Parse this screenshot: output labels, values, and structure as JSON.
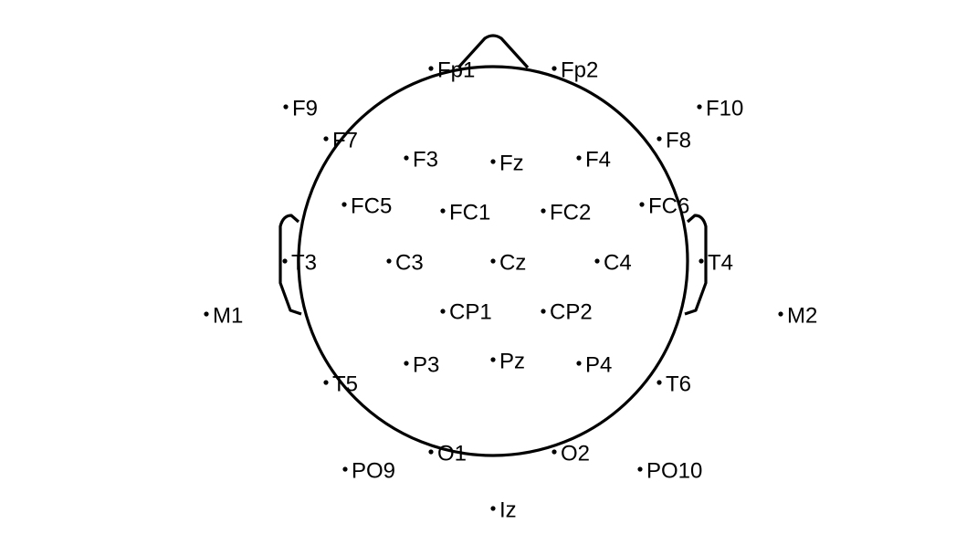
{
  "colors": {
    "outline": "#000000",
    "dot": "#000000",
    "text": "#000000",
    "background": "#ffffff"
  },
  "electrodes": [
    {
      "id": "fp1",
      "label": "Fp1"
    },
    {
      "id": "fp2",
      "label": "Fp2"
    },
    {
      "id": "f9",
      "label": "F9"
    },
    {
      "id": "f10",
      "label": "F10"
    },
    {
      "id": "f7",
      "label": "F7"
    },
    {
      "id": "f8",
      "label": "F8"
    },
    {
      "id": "f3",
      "label": "F3"
    },
    {
      "id": "fz",
      "label": "Fz"
    },
    {
      "id": "f4",
      "label": "F4"
    },
    {
      "id": "fc5",
      "label": "FC5"
    },
    {
      "id": "fc1",
      "label": "FC1"
    },
    {
      "id": "fc2",
      "label": "FC2"
    },
    {
      "id": "fc6",
      "label": "FC6"
    },
    {
      "id": "t3",
      "label": "T3"
    },
    {
      "id": "c3",
      "label": "C3"
    },
    {
      "id": "cz",
      "label": "Cz"
    },
    {
      "id": "c4",
      "label": "C4"
    },
    {
      "id": "t4",
      "label": "T4"
    },
    {
      "id": "m1",
      "label": "M1"
    },
    {
      "id": "m2",
      "label": "M2"
    },
    {
      "id": "cp1",
      "label": "CP1"
    },
    {
      "id": "cp2",
      "label": "CP2"
    },
    {
      "id": "p3",
      "label": "P3"
    },
    {
      "id": "pz",
      "label": "Pz"
    },
    {
      "id": "p4",
      "label": "P4"
    },
    {
      "id": "t5",
      "label": "T5"
    },
    {
      "id": "t6",
      "label": "T6"
    },
    {
      "id": "o1",
      "label": "O1"
    },
    {
      "id": "o2",
      "label": "O2"
    },
    {
      "id": "po9",
      "label": "PO9"
    },
    {
      "id": "po10",
      "label": "PO10"
    },
    {
      "id": "iz",
      "label": "Iz"
    }
  ]
}
